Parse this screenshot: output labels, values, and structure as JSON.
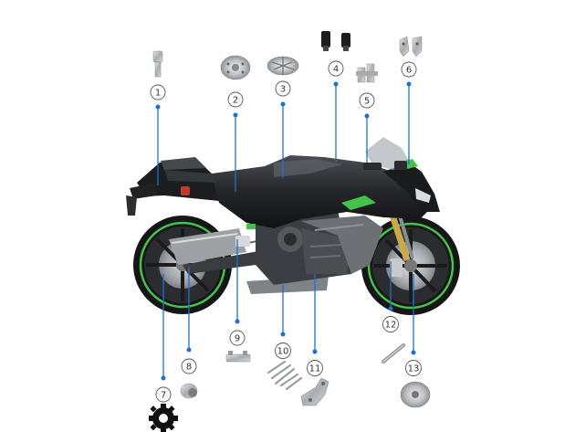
{
  "diagram": {
    "callouts": [
      {
        "id": 1,
        "label": "1",
        "part": "bolt-part-icon"
      },
      {
        "id": 2,
        "label": "2",
        "part": "fuel-cap-part-icon"
      },
      {
        "id": 3,
        "label": "3",
        "part": "filler-cap-part-icon"
      },
      {
        "id": 4,
        "label": "4",
        "part": "bar-end-slider-part-icon"
      },
      {
        "id": 5,
        "label": "5",
        "part": "clip-on-mount-part-icon"
      },
      {
        "id": 6,
        "label": "6",
        "part": "mirror-mount-part-icon"
      },
      {
        "id": 7,
        "label": "7",
        "part": "sprocket-part-icon"
      },
      {
        "id": 8,
        "label": "8",
        "part": "spacer-part-icon"
      },
      {
        "id": 9,
        "label": "9",
        "part": "bracket-plate-part-icon"
      },
      {
        "id": 10,
        "label": "10",
        "part": "bolt-kit-part-icon"
      },
      {
        "id": 11,
        "label": "11",
        "part": "sensor-bracket-part-icon"
      },
      {
        "id": 12,
        "label": "12",
        "part": "axle-pin-part-icon"
      },
      {
        "id": 13,
        "label": "13",
        "part": "disc-cover-part-icon"
      }
    ],
    "colors": {
      "leader_line": "#1f6fd1",
      "bike_body": "#2b2d30",
      "bike_accent": "#44c24a",
      "metal": "#b8bcc2"
    }
  }
}
